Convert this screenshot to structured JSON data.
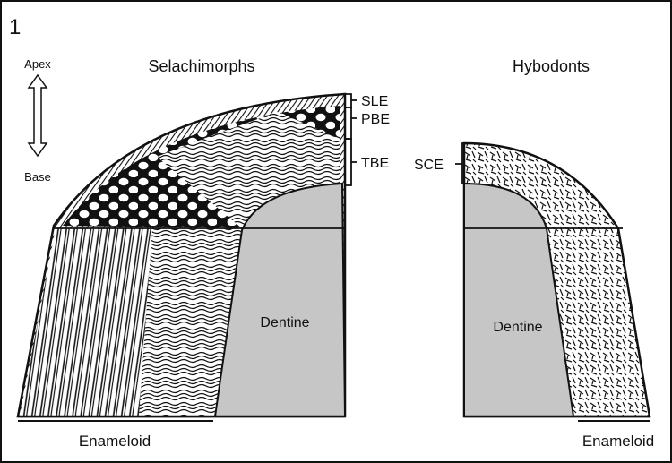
{
  "figure_number": "1",
  "orientation": {
    "top_label": "Apex",
    "bottom_label": "Base"
  },
  "selachimorphs": {
    "title": "Selachimorphs",
    "layers": [
      "SLE",
      "PBE",
      "TBE"
    ],
    "dentine_label": "Dentine",
    "enameloid_label": "Enameloid"
  },
  "hybodonts": {
    "title": "Hybodonts",
    "layers": [
      "SCE"
    ],
    "dentine_label": "Dentine",
    "enameloid_label": "Enameloid"
  },
  "colors": {
    "dentine": "#c6c6c6",
    "ink": "#111111"
  }
}
